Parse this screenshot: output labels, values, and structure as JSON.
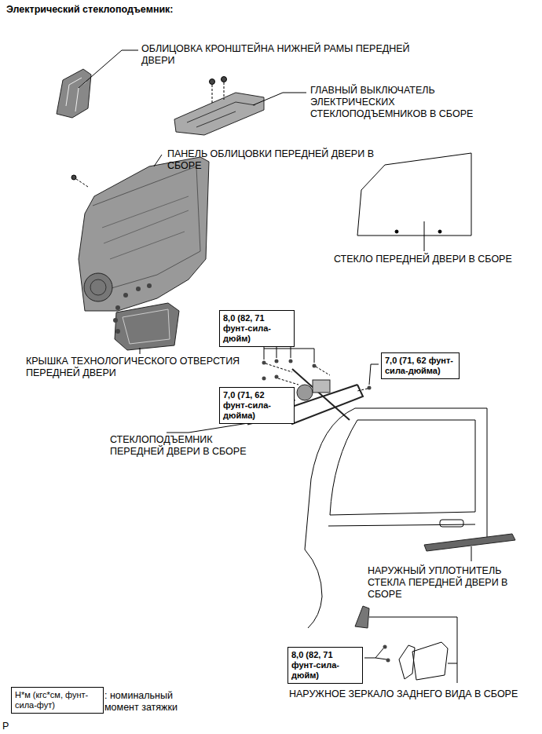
{
  "diagram": {
    "title": "Электрический стеклоподъемник:",
    "nodes": [
      {
        "text": [
          "8,0 (82, 71 фунт-сила-дюйм)"
        ]
      },
      {
        "text": [
          "7,0 (71, 62 фунт-сила-дюйма)"
        ]
      },
      {
        "text": [
          "7,0 (71, 62 фунт-сила-дюйма)"
        ]
      },
      {
        "text": [
          "8,0 (82, 71 фунт-сила-дюйм)"
        ]
      },
      {
        "text": [
          "Н*м (кгс*см, фунт-сила-фут)"
        ]
      }
    ],
    "labels": [
      "ОБЛИЦОВКА КРОНШТЕЙНА НИЖНЕЙ РАМЫ ПЕРЕДНЕЙ ДВЕРИ",
      "ГЛАВНЫЙ ВЫКЛЮЧАТЕЛЬ ЭЛЕКТРИЧЕСКИХ СТЕКЛОПОДЪЕМНИКОВ В СБОРЕ",
      "ПАНЕЛЬ ОБЛИЦОВКИ ПЕРЕДНЕЙ ДВЕРИ В СБОРЕ",
      "СТЕКЛО ПЕРЕДНЕЙ ДВЕРИ В СБОРЕ",
      "КРЫШКА ТЕХНОЛОГИЧЕСКОГО ОТВЕРСТИЯ ПЕРЕДНЕЙ ДВЕРИ",
      "СТЕКЛОПОДЪЕМНИК ПЕРЕДНЕЙ ДВЕРИ В СБОРЕ",
      "НАРУЖНЫЙ УПЛОТНИТЕЛЬ СТЕКЛА ПЕРЕДНЕЙ ДВЕРИ В СБОРЕ",
      "НАРУЖНОЕ ЗЕРКАЛО ЗАДНЕГО ВИДА В СБОРЕ",
      ": номинальный момент затяжки",
      "P"
    ]
  }
}
